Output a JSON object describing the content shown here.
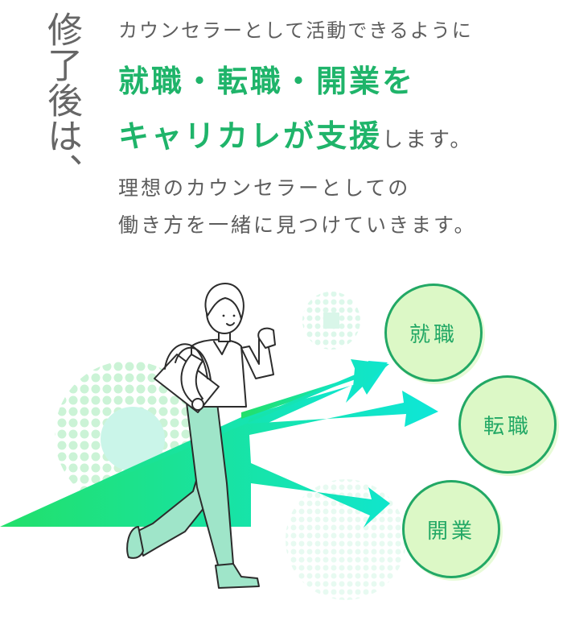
{
  "heading": {
    "vertical_title": "修了後は、",
    "intro": "カウンセラーとして活動できるように",
    "highlight_line1": "就職・転職・開業を",
    "highlight_line2": "キャリカレが支援",
    "highlight_line2_tail": "します。",
    "sub_line1": "理想のカウンセラーとしての",
    "sub_line2": "働き方を一緒に見つけていきます。"
  },
  "illustration": {
    "description": "woman-walking-with-bag",
    "arrow_gradient": [
      "#22e06a",
      "#0ee6d8"
    ],
    "pants_color": "#9fe5c9"
  },
  "goals": [
    {
      "label": "就職"
    },
    {
      "label": "転職"
    },
    {
      "label": "開業"
    }
  ],
  "colors": {
    "accent_green": "#1fb46a",
    "highlight_yellow": "#f3fb12",
    "circle_fill": "#dcf8c6",
    "circle_border": "#22a865",
    "text_gray": "#5d5d5d"
  }
}
